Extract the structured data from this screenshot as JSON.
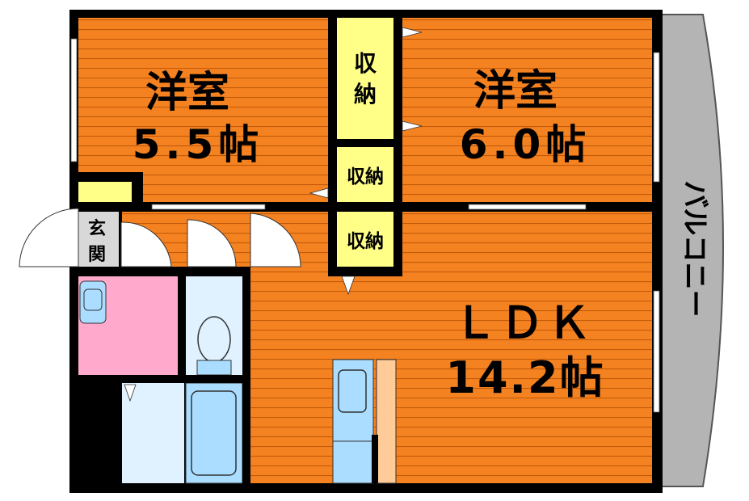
{
  "rooms": {
    "western1": {
      "name": "洋室",
      "size": "5.5帖"
    },
    "western2": {
      "name": "洋室",
      "size": "6.0帖"
    },
    "ldk": {
      "name": "ＬＤＫ",
      "size": "14.2帖"
    }
  },
  "storage": {
    "closet_top_line1": "収",
    "closet_top_line2": "納",
    "closet_mid": "収納",
    "closet_low": "収納"
  },
  "entrance": {
    "line1": "玄",
    "line2": "関"
  },
  "balcony": {
    "label": "バルコニー"
  },
  "colors": {
    "room_floor": "#f58220",
    "floor_stripe": "#d96a10",
    "closet": "#ffff88",
    "bathroom_pink": "#ffaacc",
    "fixture_blue": "#aaddff",
    "balcony_gray": "#b4b4b4",
    "wall": "#000000",
    "counter": "#ffcc99"
  }
}
